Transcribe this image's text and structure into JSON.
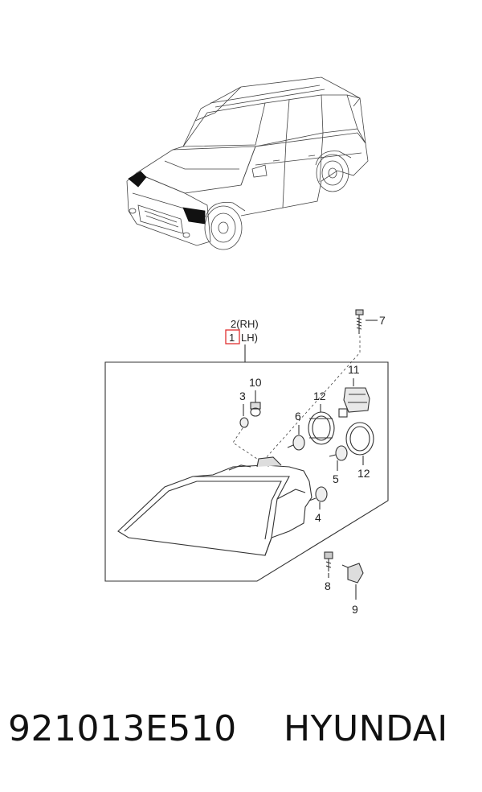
{
  "callouts": {
    "rh": "2(RH)",
    "lh_num": "1",
    "lh_text": "LH)",
    "p3": "3",
    "p4": "4",
    "p5": "5",
    "p6": "6",
    "p7": "7",
    "p8": "8",
    "p9": "9",
    "p10": "10",
    "p11": "11",
    "p12a": "12",
    "p12b": "12"
  },
  "footer": {
    "part_number": "921013E510",
    "brand": "HYUNDAI"
  },
  "colors": {
    "highlight_box": "#e03030",
    "line": "#333333"
  }
}
